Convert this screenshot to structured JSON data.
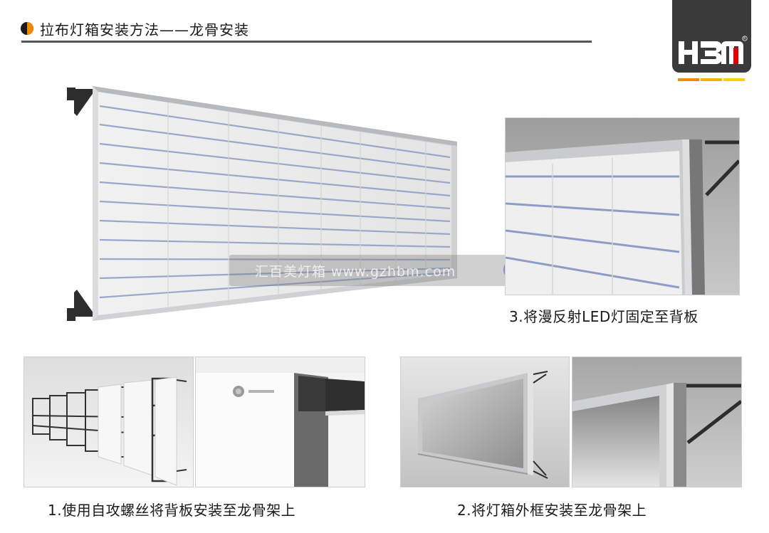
{
  "header": {
    "title": "拉布灯箱安装方法——龙骨安装",
    "title_icon": "half-circle-bullet-icon"
  },
  "logo": {
    "text": "HBM",
    "registered_mark": "®",
    "bg_color": "#3a3a3a",
    "accent_color": "#e00000",
    "stripe_colors": [
      "#f08a00",
      "#f6b400",
      "#ffd000"
    ]
  },
  "figures": {
    "main_render": {
      "icon": "light-box-frame-render"
    },
    "step3": {
      "caption": "3.将漫反射LED灯固定至背板"
    },
    "step1": {
      "caption": "1.使用自攻螺丝将背板安装至龙骨架上"
    },
    "step2": {
      "caption": "2.将灯箱外框安装至龙骨架上"
    }
  },
  "watermark": {
    "text": "汇百美灯箱 www.gzhbm.com"
  }
}
